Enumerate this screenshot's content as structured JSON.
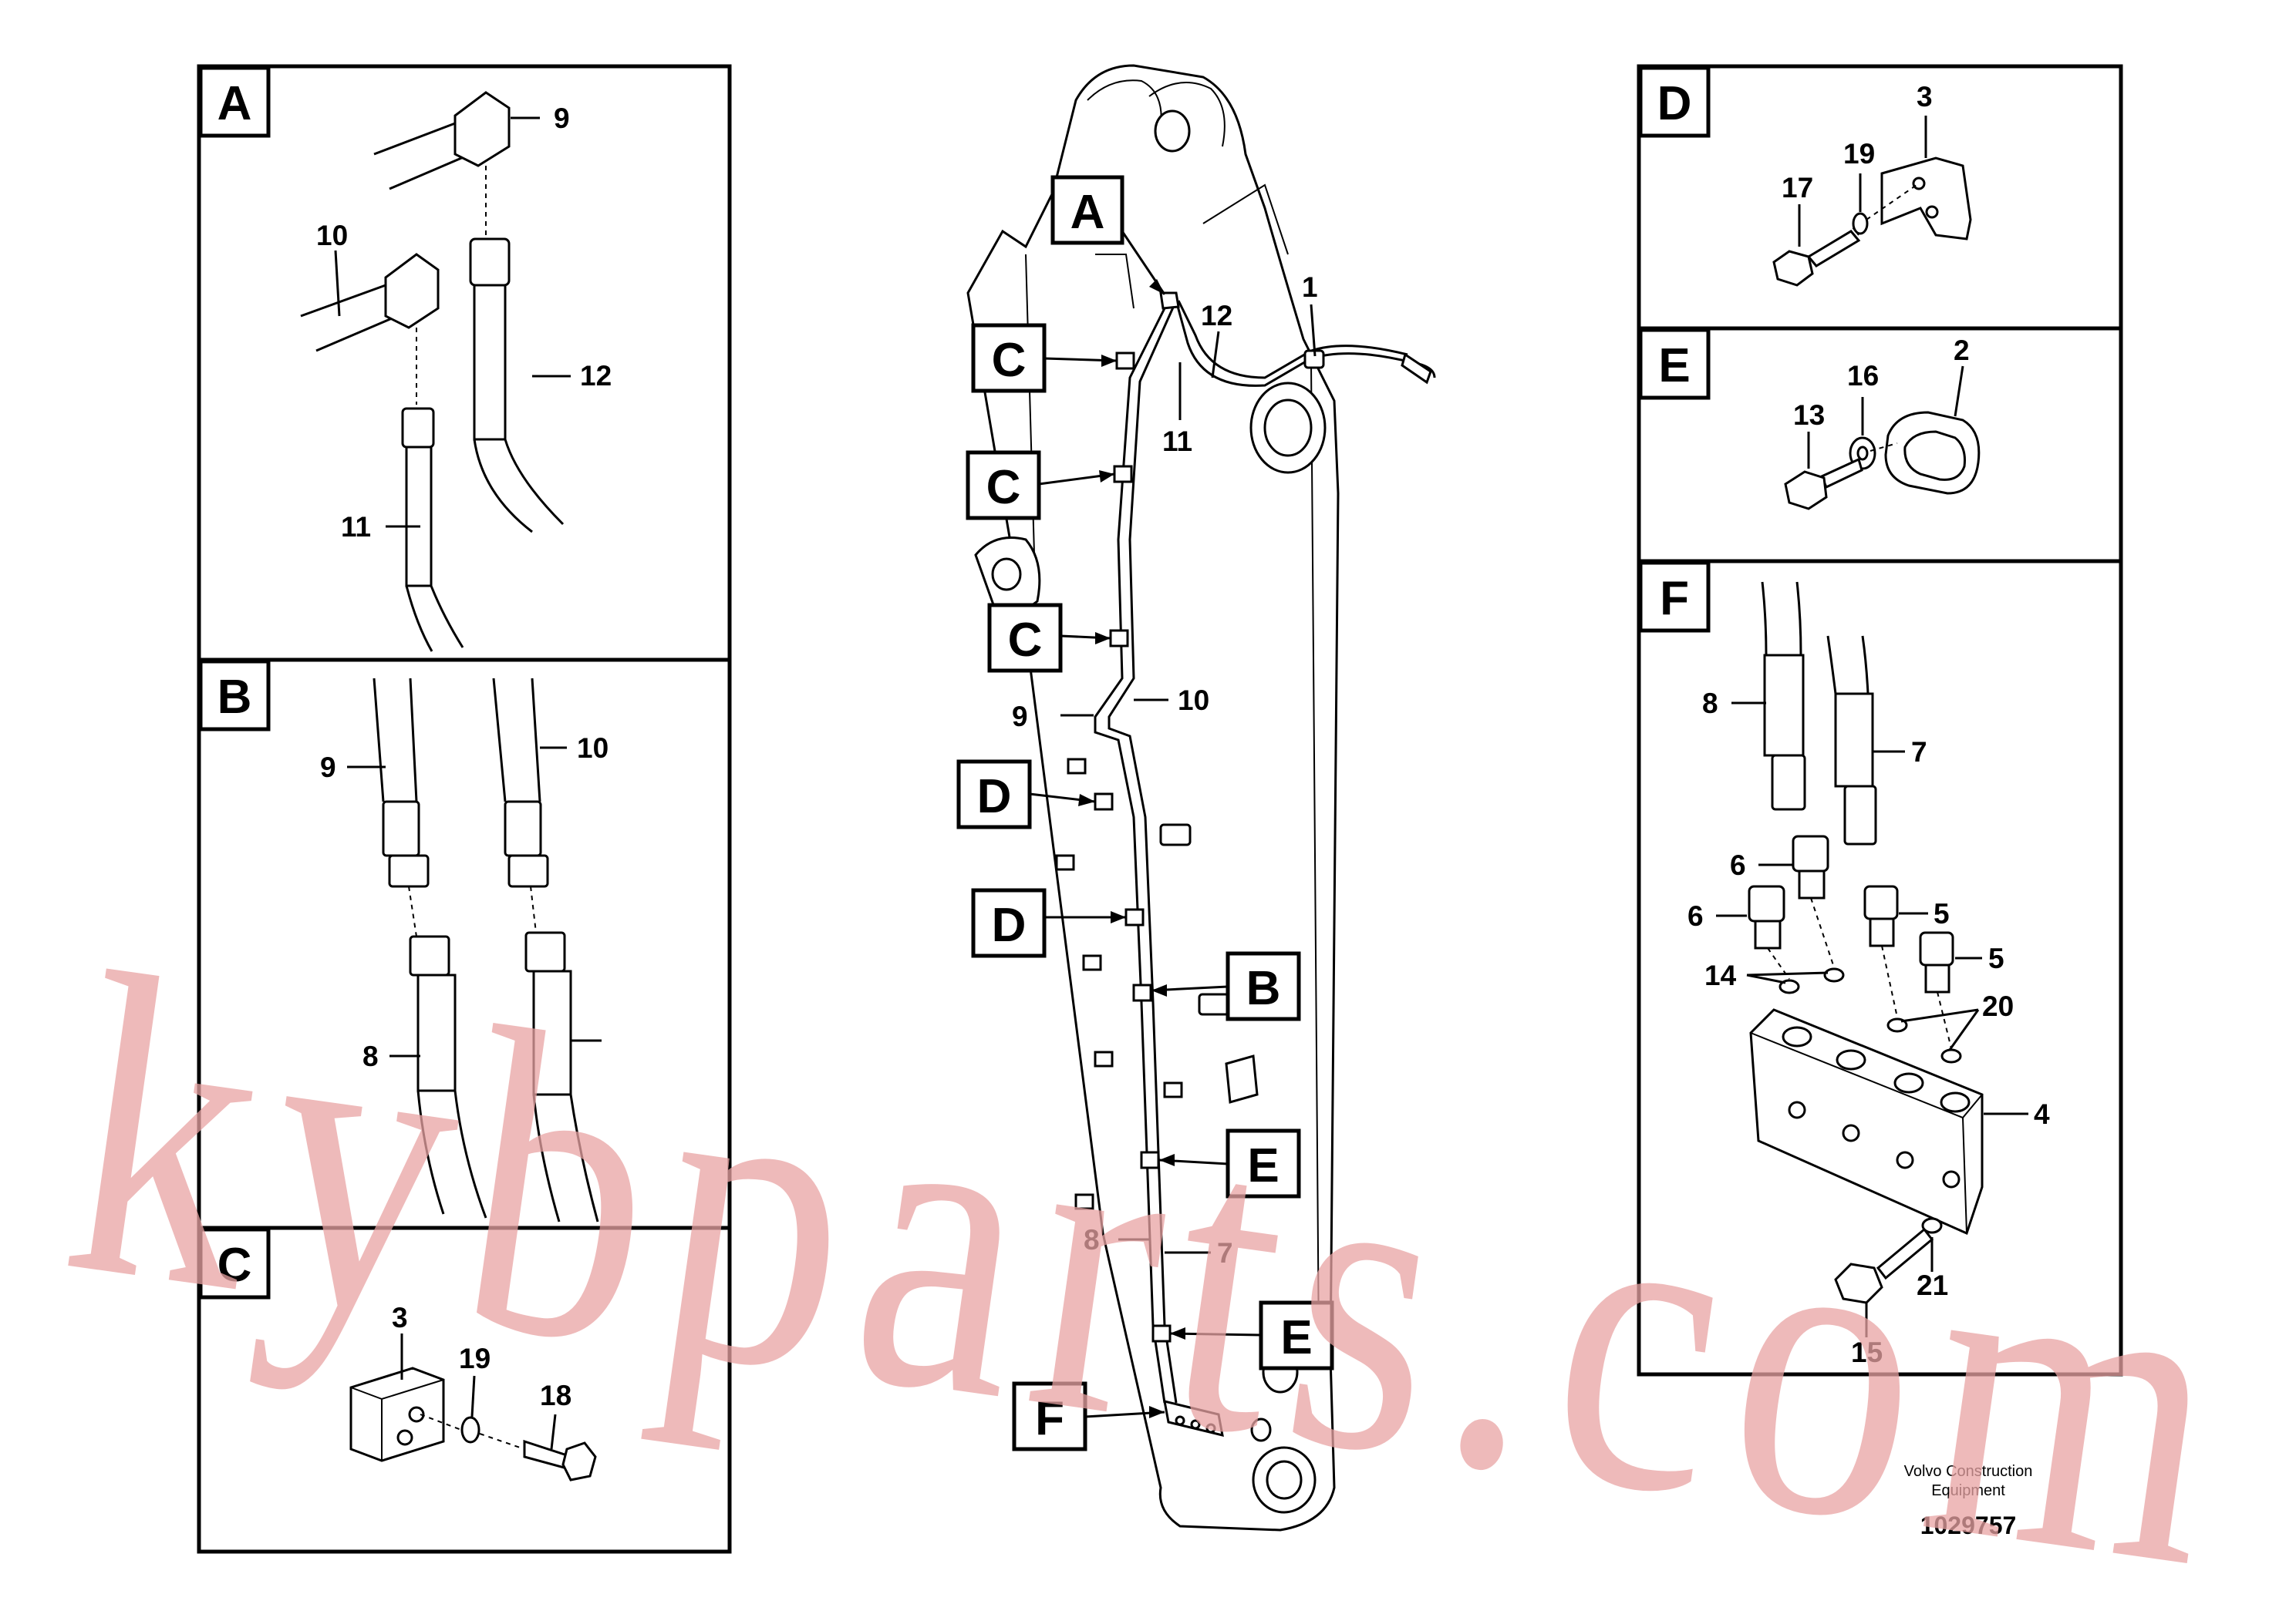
{
  "panels": {
    "A": {
      "letter": "A",
      "labels": [
        "9",
        "10",
        "12",
        "11"
      ]
    },
    "B": {
      "letter": "B",
      "labels": [
        "9",
        "10",
        "8"
      ]
    },
    "C": {
      "letter": "C",
      "labels": [
        "3",
        "19",
        "18"
      ]
    },
    "D": {
      "letter": "D",
      "labels": [
        "3",
        "19",
        "17"
      ]
    },
    "E": {
      "letter": "E",
      "labels": [
        "16",
        "2",
        "13"
      ]
    },
    "F": {
      "letter": "F",
      "labels": [
        "8",
        "7",
        "6",
        "6",
        "5",
        "5",
        "14",
        "20",
        "4",
        "21",
        "15"
      ]
    }
  },
  "main": {
    "callouts": [
      "A",
      "C",
      "C",
      "C",
      "D",
      "D",
      "B",
      "E",
      "E",
      "F"
    ],
    "labels": [
      "1",
      "12",
      "11",
      "9",
      "10",
      "8",
      "7"
    ]
  },
  "footer": {
    "brand_line1": "Volvo Construction",
    "brand_line2": "Equipment",
    "drawing_id": "1029757"
  },
  "watermark": "kybparts.com"
}
